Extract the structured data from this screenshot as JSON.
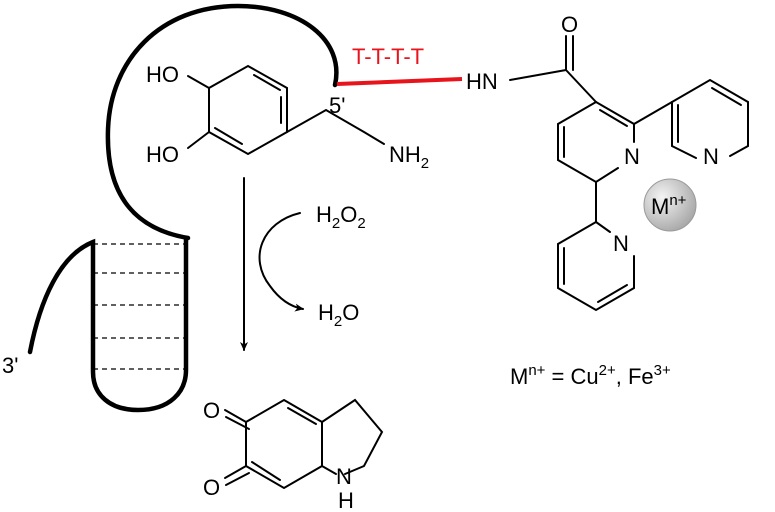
{
  "labels": {
    "linker": "T-T-T-T",
    "five_prime": "5'",
    "three_prime": "3'",
    "catechol_oh_top": "HO",
    "catechol_oh_bottom": "HO",
    "amine_nh": "NH",
    "amine_sub": "2",
    "amide_hn": "HN",
    "amide_o": "O",
    "pyridine_n_center": "N",
    "pyridine_n_right": "N",
    "pyridine_n_lower": "N",
    "metal_symbol": "M",
    "metal_charge": "n+",
    "h2o2_h": "H",
    "h2o2_sub2a": "2",
    "h2o2_o": "O",
    "h2o2_sub2b": "2",
    "h2o_h": "H",
    "h2o_sub2": "2",
    "h2o_o": "O",
    "quinone_o_top": "O",
    "quinone_o_bottom": "O",
    "indoline_n": "N",
    "indoline_h": "H",
    "legend_metal": "M",
    "legend_metal_charge": "n+",
    "legend_eq": " = Cu",
    "legend_cu_charge": "2+",
    "legend_comma": ", Fe",
    "legend_fe_charge": "3+"
  },
  "colors": {
    "linker": "#e8141c",
    "ink": "#000000",
    "metal_sphere_light": "#f4f4f4",
    "metal_sphere_dark": "#a8a8a8"
  }
}
